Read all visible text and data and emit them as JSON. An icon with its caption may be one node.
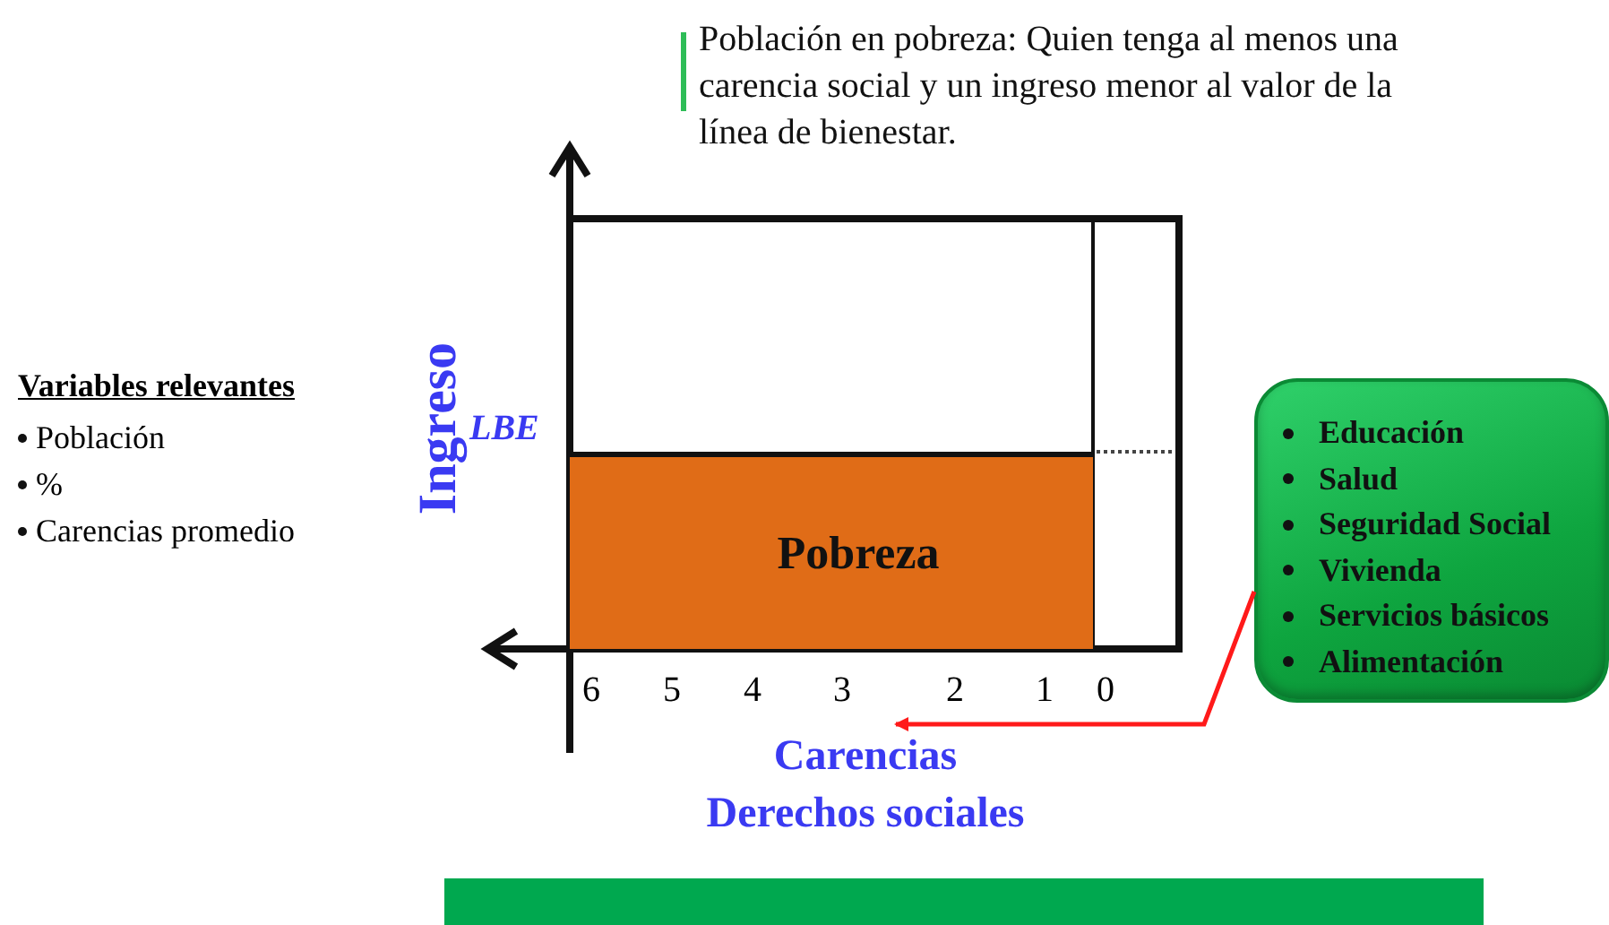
{
  "diagram": {
    "nodes": [
      {
        "text": [
          "Pobreza"
        ]
      },
      {
        "text": [
          "Educación",
          "Salud",
          "Seguridad Social",
          "Vivienda",
          "Servicios básicos",
          "Alimentación"
        ]
      },
      {
        "text": [
          "Carencias",
          "Derechos sociales"
        ]
      },
      {
        "text": [],
        "shape": "bar"
      }
    ],
    "edges": [
      {
        "from": 1,
        "to": 2,
        "arrow": "to",
        "color": "#ff1a1a"
      }
    ],
    "labels": [
      "Población en pobreza: Quien tenga al menos una carencia social y un ingreso menor al valor de la línea de bienestar.",
      "Variables relevantes",
      "Población",
      "%",
      "Carencias promedio",
      "Ingreso",
      "LBE",
      "6",
      "5",
      "4",
      "3",
      "2",
      "1",
      "0"
    ]
  }
}
